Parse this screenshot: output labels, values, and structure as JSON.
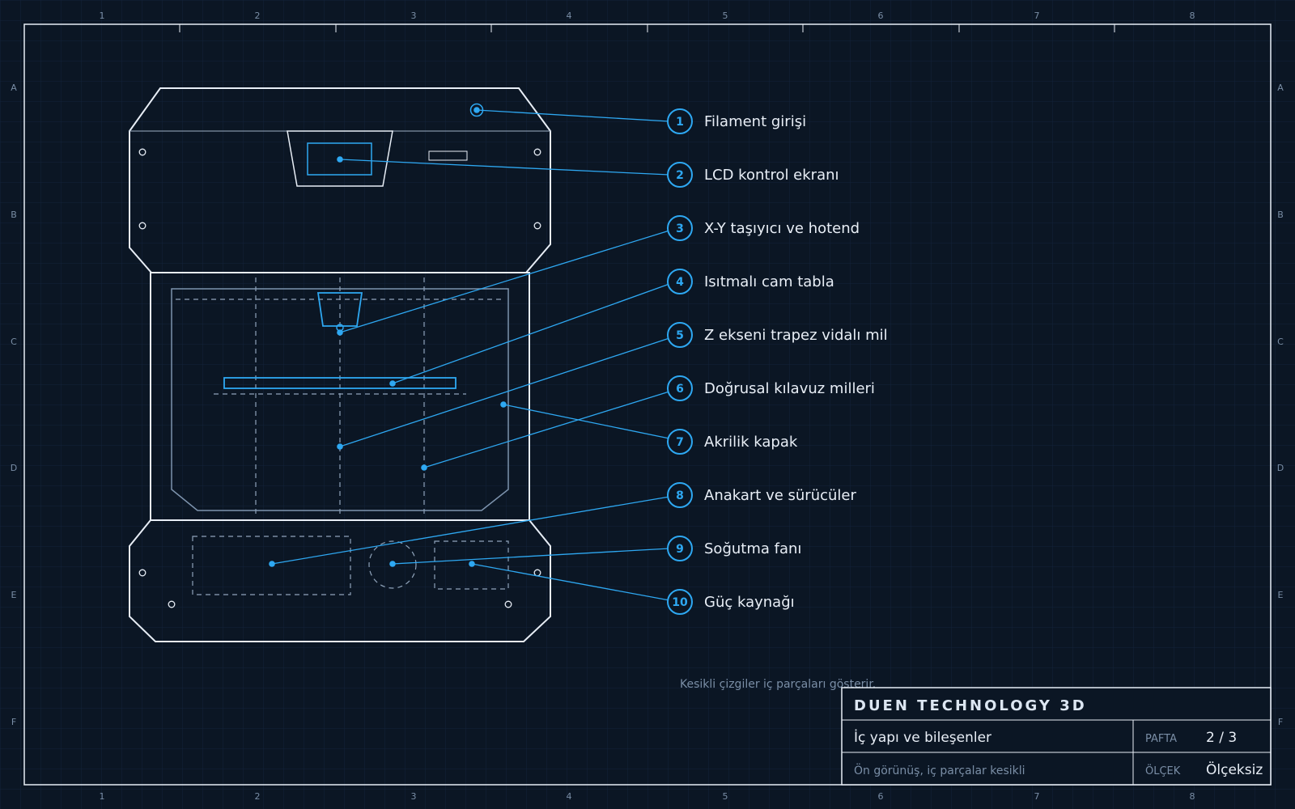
{
  "grid": {
    "columns": [
      "1",
      "2",
      "3",
      "4",
      "5",
      "6",
      "7",
      "8"
    ],
    "rows": [
      "A",
      "B",
      "C",
      "D",
      "E",
      "F"
    ]
  },
  "callouts": [
    {
      "number": "1",
      "label": "Filament girişi"
    },
    {
      "number": "2",
      "label": "LCD kontrol ekranı"
    },
    {
      "number": "3",
      "label": "X-Y taşıyıcı ve hotend"
    },
    {
      "number": "4",
      "label": "Isıtmalı cam tabla"
    },
    {
      "number": "5",
      "label": "Z ekseni trapez vidalı mil"
    },
    {
      "number": "6",
      "label": "Doğrusal kılavuz milleri"
    },
    {
      "number": "7",
      "label": "Akrilik kapak"
    },
    {
      "number": "8",
      "label": "Anakart ve sürücüler"
    },
    {
      "number": "9",
      "label": "Soğutma fanı"
    },
    {
      "number": "10",
      "label": "Güç kaynağı"
    }
  ],
  "note": "Kesikli çizgiler iç parçaları gösterir.",
  "title_block": {
    "company": "DUEN TECHNOLOGY 3D",
    "title": "İç yapı ve bileşenler",
    "subtitle": "Ön görünüş, iç parçalar kesikli",
    "sheet_label": "PAFTA",
    "sheet_value": "2 / 3",
    "scale_label": "ÖLÇEK",
    "scale_value": "Ölçeksiz"
  },
  "colors": {
    "background": "#0b1624",
    "outline": "#e8eef6",
    "accent": "#2ea8f2",
    "muted": "#7a8ea6"
  }
}
